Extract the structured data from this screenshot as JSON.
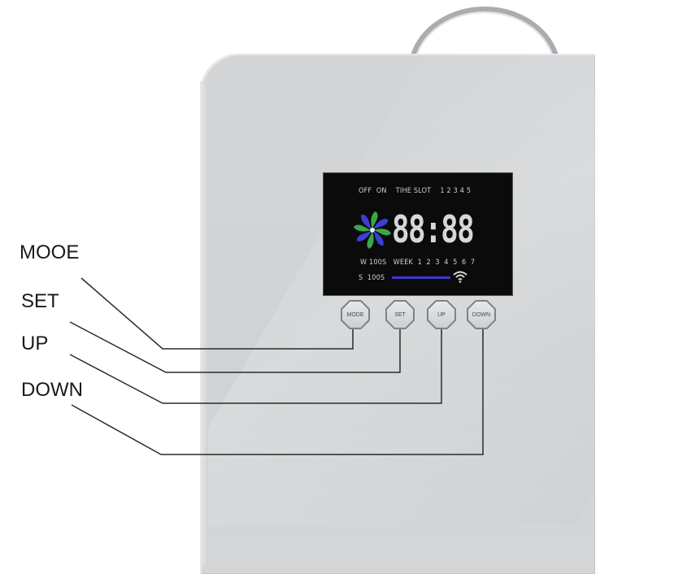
{
  "screen": {
    "status_row": "OFF  ON    TIHE SLOT    1 2 3 4 5",
    "clock": "88:88",
    "week_row": "W 100S   WEEK  1  2  3  4  5  6  7",
    "s_label": "S  100S",
    "fan_colors": [
      "#3aa64a",
      "#3c3fd6"
    ],
    "accent_color": "#3d36d9"
  },
  "buttons": [
    {
      "label": "MODE",
      "icon": "octagon-button"
    },
    {
      "label": "SET",
      "icon": "octagon-button"
    },
    {
      "label": "UP",
      "icon": "octagon-button"
    },
    {
      "label": "DOWN",
      "icon": "octagon-button"
    }
  ],
  "callouts": [
    "MOOE",
    "SET",
    "UP",
    "DOWN"
  ],
  "icons": [
    "fan-icon",
    "wifi-icon",
    "handle"
  ]
}
